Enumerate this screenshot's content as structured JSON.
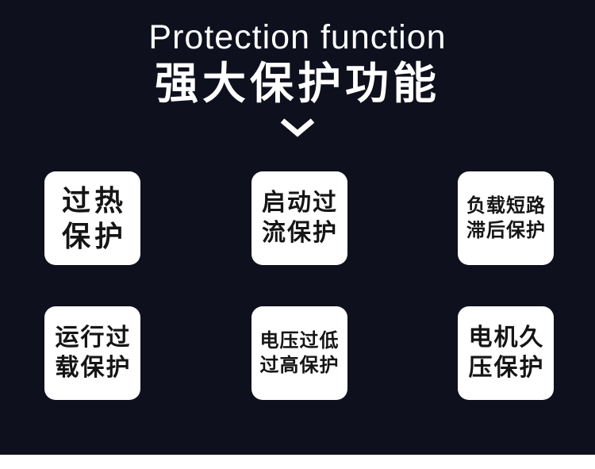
{
  "colors": {
    "background": "#0e101d",
    "title_text": "#ffffff",
    "card_background": "#ffffff",
    "card_text": "#151515",
    "bottom_strip": "#ffffff"
  },
  "header": {
    "title_en": "Protection function",
    "title_zh": "强大保护功能"
  },
  "icons": {
    "chevron_down": "v-shape pointer below headline"
  },
  "cards": [
    {
      "name": "overheat-protection",
      "line1": "过热",
      "line2": "保护"
    },
    {
      "name": "startup-overcurrent-protection",
      "line1": "启动过",
      "line2": "流保护"
    },
    {
      "name": "load-short-circuit-protection",
      "line1": "负载短路",
      "line2": "滞后保护"
    },
    {
      "name": "running-overload-protection",
      "line1": "运行过",
      "line2": "载保护"
    },
    {
      "name": "voltage-low-high-protection",
      "line1": "电压过低",
      "line2": "过高保护"
    },
    {
      "name": "motor-long-pressure-protection",
      "line1": "电机久",
      "line2": "压保护"
    }
  ]
}
